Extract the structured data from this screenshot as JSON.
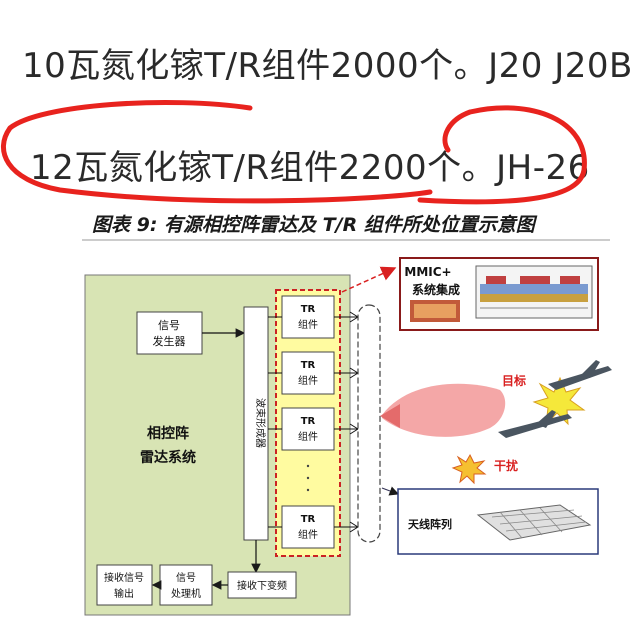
{
  "header": {
    "line1": "10瓦氮化镓T/R组件2000个。J20 J20B",
    "line2": "12瓦氮化镓T/R组件2200个。JH-26"
  },
  "figure": {
    "title": "图表 9: 有源相控阵雷达及 T/R 组件所处位置示意图",
    "radar_system": "相控阵雷达系统",
    "radar_system_line1": "相控阵",
    "radar_system_line2": "雷达系统",
    "signal_gen_line1": "信号",
    "signal_gen_line2": "发生器",
    "beamformer": "波束形成器",
    "tr_line1": "TR",
    "tr_line2": "组件",
    "downconvert": "接收下变频",
    "processor_line1": "信号",
    "processor_line2": "处理机",
    "output_line1": "接收信号",
    "output_line2": "输出",
    "mmic_line1": "MMIC+",
    "mmic_line2": "系统集成",
    "target": "目标",
    "jamming": "干扰",
    "antenna": "天线阵列",
    "colors": {
      "panel": "#d8e4b4",
      "tr_region": "#fffba0",
      "highlight_dash": "#cc2222",
      "annotation_red": "#e8231e",
      "beam": "#f08a8a"
    }
  }
}
